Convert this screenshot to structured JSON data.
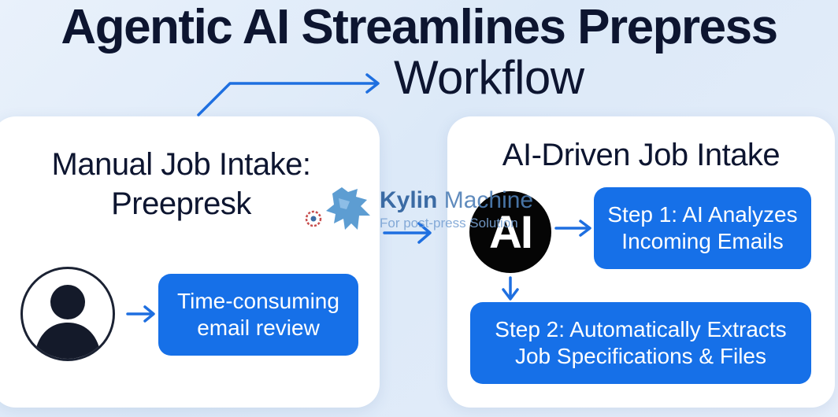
{
  "title": {
    "line1": "Agentic AI Streamlines Prepress",
    "line2": "Workflow"
  },
  "left_panel": {
    "title": [
      "Manual Job Intake:",
      "Preepresk"
    ],
    "box": [
      "Time-consuming",
      "email review"
    ],
    "avatar_icon": "person-icon"
  },
  "right_panel": {
    "title": "AI-Driven Job Intake",
    "ai_badge": "AI",
    "step1": [
      "Step 1: AI Analyzes",
      "Incoming Emails"
    ],
    "step2": [
      "Step 2: Automatically Extracts",
      "Job Specifications & Files"
    ]
  },
  "watermark": {
    "brand": "Kylin",
    "brand_rest": "Machine",
    "tagline": "For post-press Solution",
    "logo_icon": "qilin-logo-icon"
  },
  "colors": {
    "accent_blue": "#1670e8",
    "arrow_blue": "#1e6fe0",
    "title_dark": "#0d1530",
    "panel_bg": "#ffffff"
  }
}
